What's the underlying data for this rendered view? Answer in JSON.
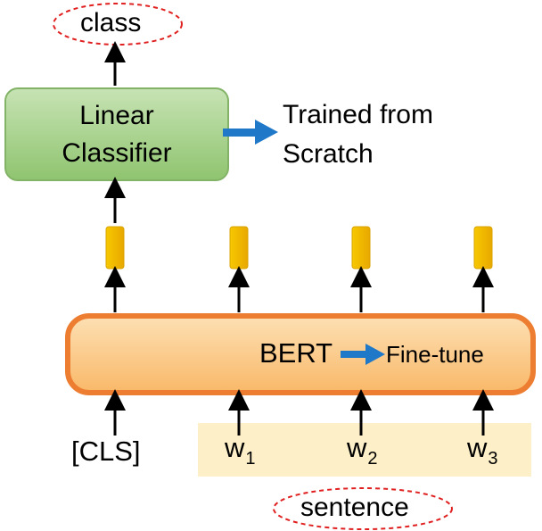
{
  "output_label": "class",
  "classifier": {
    "line1": "Linear",
    "line2": "Classifier"
  },
  "classifier_note": {
    "line1": "Trained from",
    "line2": "Scratch"
  },
  "bert": {
    "label": "BERT",
    "note": "Fine-tune"
  },
  "inputs": {
    "cls": "[CLS]",
    "words": [
      {
        "base": "w",
        "sub": "1"
      },
      {
        "base": "w",
        "sub": "2"
      },
      {
        "base": "w",
        "sub": "3"
      }
    ]
  },
  "sentence_label": "sentence",
  "colors": {
    "classifier_fill": "#a9d18e",
    "classifier_border": "#82b366",
    "bert_fill": "#fbc98a",
    "bert_border": "#ed7d31",
    "token": "#f2b800",
    "token_border": "#d9a300",
    "blue_arrow": "#1f78c8",
    "dashed_red": "#e02020",
    "word_band": "#fdefc8"
  }
}
